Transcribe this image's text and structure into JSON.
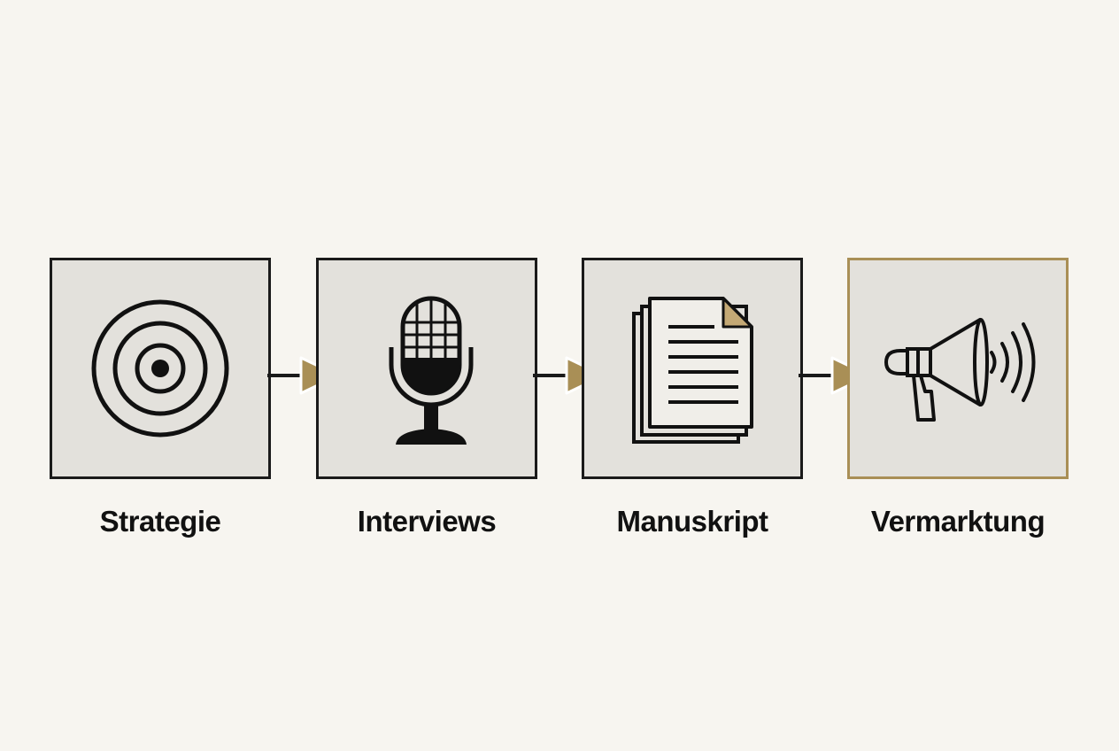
{
  "steps": [
    {
      "label": "Strategie",
      "icon": "target-icon"
    },
    {
      "label": "Interviews",
      "icon": "microphone-icon"
    },
    {
      "label": "Manuskript",
      "icon": "documents-icon"
    },
    {
      "label": "Vermarktung",
      "icon": "megaphone-icon"
    }
  ],
  "colors": {
    "background": "#f7f5f0",
    "box_fill": "#e3e1dc",
    "stroke": "#1a1a1a",
    "accent": "#a98f56"
  }
}
